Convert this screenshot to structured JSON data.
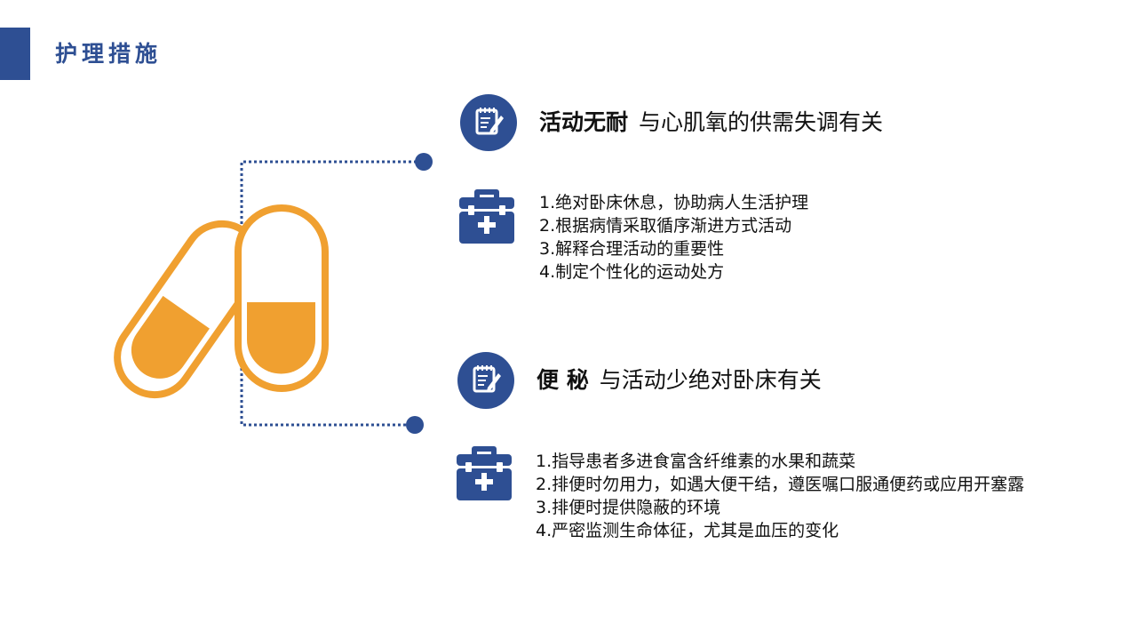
{
  "page": {
    "title": "护理措施"
  },
  "colors": {
    "accent": "#2e4f93",
    "pill": "#f0a030",
    "dot": "#2e4f93"
  },
  "icons": {
    "notepad": "notepad-pen-icon",
    "kit": "medical-kit-icon",
    "illustration": "capsule-pills-illustration"
  },
  "sections": [
    {
      "heading_strong": "活动无耐",
      "heading_rest": "与心肌氧的供需失调有关",
      "items": [
        "1.绝对卧床休息，协助病人生活护理",
        "2.根据病情采取循序渐进方式活动",
        "3.解释合理活动的重要性",
        "4.制定个性化的运动处方"
      ]
    },
    {
      "heading_strong": "便 秘",
      "heading_rest": "与活动少绝对卧床有关",
      "items": [
        "1.指导患者多进食富含纤维素的水果和蔬菜",
        "2.排便时勿用力，如遇大便干结，遵医嘱口服通便药或应用开塞露",
        "3.排便时提供隐蔽的环境",
        "4.严密监测生命体征，尤其是血压的变化"
      ]
    }
  ]
}
